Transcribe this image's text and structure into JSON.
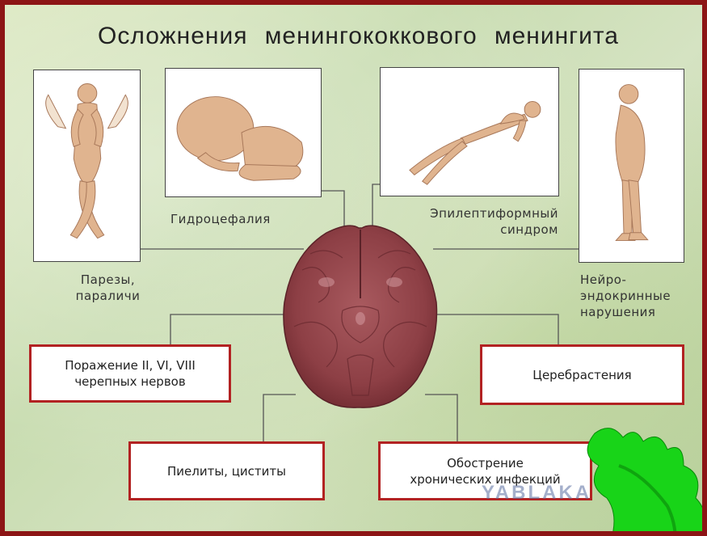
{
  "title": "Осложнения менингококкового менингита",
  "labels": {
    "paresis_line1": "Парезы,",
    "paresis_line2": "параличи",
    "hydrocephaly": "Гидроцефалия",
    "epileptiform_line1": "Эпилептиформный",
    "epileptiform_line2": "синдром",
    "neuroendocrine_line1": "Нейро-",
    "neuroendocrine_line2": "эндокринные",
    "neuroendocrine_line3": "нарушения"
  },
  "boxes": {
    "nerves_line1": "Поражение II, VI, VIII",
    "nerves_line2": "черепных нервов",
    "cerebrasthenia": "Церебрастения",
    "pyelitis": "Пиелиты, циститы",
    "exacerbation_line1": "Обострение",
    "exacerbation_line2": "хронических инфекций"
  },
  "watermark": "YABLAKA",
  "colors": {
    "border": "#8c1515",
    "box_border": "#b22222",
    "skin": "#e0b48f",
    "brain": "#9a4a4f",
    "leaf": "#18d418"
  }
}
